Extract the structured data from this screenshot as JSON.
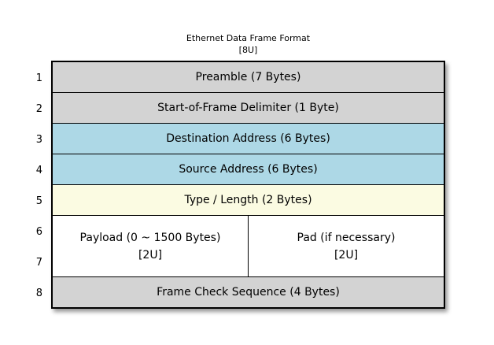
{
  "diagram": {
    "title": "Ethernet Data Frame Format",
    "subtitle": "[8U]",
    "row_numbers": [
      "1",
      "2",
      "3",
      "4",
      "5",
      "6",
      "7",
      "8"
    ],
    "rows": [
      {
        "label": "Preamble (7 Bytes)",
        "fill": "#d3d3d3"
      },
      {
        "label": "Start-of-Frame Delimiter (1 Byte)",
        "fill": "#d3d3d3"
      },
      {
        "label": "Destination Address (6 Bytes)",
        "fill": "#add8e6"
      },
      {
        "label": "Source Address (6 Bytes)",
        "fill": "#add8e6"
      },
      {
        "label": "Type / Length (2 Bytes)",
        "fill": "#fbfbe2"
      },
      {
        "fill": "#ffffff",
        "cells": [
          {
            "label": "Payload (0 ~ 1500 Bytes)",
            "sublabel": "[2U]"
          },
          {
            "label": "Pad (if necessary)",
            "sublabel": "[2U]"
          }
        ]
      },
      {
        "label": "Frame Check Sequence (4 Bytes)",
        "fill": "#d3d3d3"
      }
    ],
    "colors": {
      "border": "#000000",
      "gray": "#d3d3d3",
      "blue": "#add8e6",
      "yellow": "#fbfbe2",
      "white": "#ffffff"
    }
  }
}
